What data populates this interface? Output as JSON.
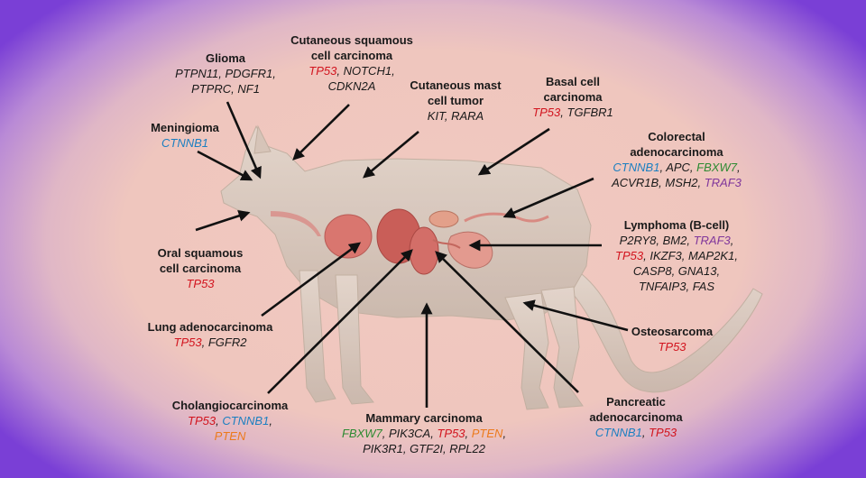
{
  "palette": {
    "red": "#d2141e",
    "blue": "#1b7fc1",
    "green": "#2d8a32",
    "orange": "#ec7a1c",
    "purple": "#80379b",
    "black": "#1a1a1a"
  },
  "labels": [
    {
      "id": "glioma",
      "title": [
        "Glioma"
      ],
      "genes": [
        [
          [
            "PTPN11",
            "black"
          ],
          [
            "PDGFR1",
            "black"
          ]
        ],
        [
          [
            "PTPRC",
            "black"
          ],
          [
            "NF1",
            "black"
          ]
        ]
      ]
    },
    {
      "id": "cutaneous-scc",
      "title": [
        "Cutaneous squamous",
        "cell carcinoma"
      ],
      "genes": [
        [
          [
            "TP53",
            "red"
          ],
          [
            "NOTCH1",
            "black"
          ]
        ],
        [
          [
            "CDKN2A",
            "black"
          ]
        ]
      ]
    },
    {
      "id": "cutaneous-mast-cell",
      "title": [
        "Cutaneous mast",
        "cell tumor"
      ],
      "genes": [
        [
          [
            "KIT",
            "black"
          ],
          [
            "RARA",
            "black"
          ]
        ]
      ]
    },
    {
      "id": "basal-cell",
      "title": [
        "Basal cell",
        "carcinoma"
      ],
      "genes": [
        [
          [
            "TP53",
            "red"
          ],
          [
            "TGFBR1",
            "black"
          ]
        ]
      ]
    },
    {
      "id": "meningioma",
      "title": [
        "Meningioma"
      ],
      "genes": [
        [
          [
            "CTNNB1",
            "blue"
          ]
        ]
      ]
    },
    {
      "id": "colorectal",
      "title": [
        "Colorectal",
        "adenocarcinoma"
      ],
      "genes": [
        [
          [
            "CTNNB1",
            "blue"
          ],
          [
            "APC",
            "black"
          ],
          [
            "FBXW7",
            "green"
          ]
        ],
        [
          [
            "ACVR1B",
            "black"
          ],
          [
            "MSH2",
            "black"
          ],
          [
            "TRAF3",
            "purple"
          ]
        ]
      ]
    },
    {
      "id": "lymphoma",
      "title": [
        "Lymphoma (B-cell)"
      ],
      "genes": [
        [
          [
            "P2RY8",
            "black"
          ],
          [
            "BM2",
            "black"
          ],
          [
            "TRAF3",
            "purple"
          ]
        ],
        [
          [
            "TP53",
            "red"
          ],
          [
            "IKZF3",
            "black"
          ],
          [
            "MAP2K1",
            "black"
          ]
        ],
        [
          [
            "CASP8",
            "black"
          ],
          [
            "GNA13",
            "black"
          ]
        ],
        [
          [
            "TNFAIP3",
            "black"
          ],
          [
            "FAS",
            "black"
          ]
        ]
      ]
    },
    {
      "id": "oral-scc",
      "title": [
        "Oral squamous",
        "cell carcinoma"
      ],
      "genes": [
        [
          [
            "TP53",
            "red"
          ]
        ]
      ]
    },
    {
      "id": "lung",
      "title": [
        "Lung adenocarcinoma"
      ],
      "genes": [
        [
          [
            "TP53",
            "red"
          ],
          [
            "FGFR2",
            "black"
          ]
        ]
      ]
    },
    {
      "id": "osteosarcoma",
      "title": [
        "Osteosarcoma"
      ],
      "genes": [
        [
          [
            "TP53",
            "red"
          ]
        ]
      ]
    },
    {
      "id": "cholangio",
      "title": [
        "Cholangiocarcinoma"
      ],
      "genes": [
        [
          [
            "TP53",
            "red"
          ],
          [
            "CTNNB1",
            "blue"
          ]
        ],
        [
          [
            "PTEN",
            "orange"
          ]
        ]
      ]
    },
    {
      "id": "mammary",
      "title": [
        "Mammary carcinoma"
      ],
      "genes": [
        [
          [
            "FBXW7",
            "green"
          ],
          [
            "PIK3CA",
            "black"
          ],
          [
            "TP53",
            "red"
          ],
          [
            "PTEN",
            "orange"
          ]
        ],
        [
          [
            "PIK3R1",
            "black"
          ],
          [
            "GTF2I",
            "black"
          ],
          [
            "RPL22",
            "black"
          ]
        ]
      ]
    },
    {
      "id": "pancreatic",
      "title": [
        "Pancreatic",
        "adenocarcinoma"
      ],
      "genes": [
        [
          [
            "CTNNB1",
            "blue"
          ],
          [
            "TP53",
            "red"
          ]
        ]
      ]
    }
  ]
}
